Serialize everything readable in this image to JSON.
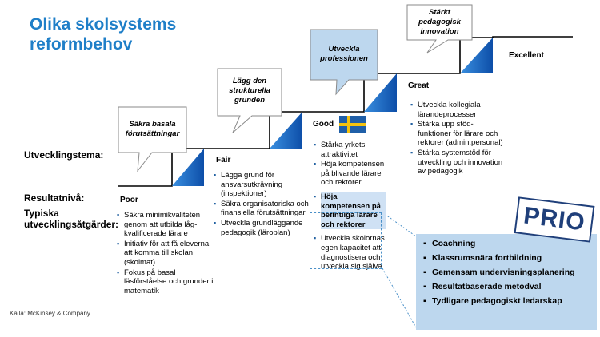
{
  "title": [
    "Olika skolsystems",
    "reformbehov"
  ],
  "row_labels": {
    "theme": "Utvecklingstema:",
    "result": "Resultatnivå:",
    "actions": [
      "Typiska",
      "utvecklingsåtgärder:"
    ]
  },
  "levels": {
    "poor": {
      "name": "Poor",
      "bubble": [
        "Säkra basala",
        "förutsättningar"
      ],
      "actions": [
        "Säkra minimikvaliteten genom att utbilda låg-kvalificerade lärare",
        "Initiativ för att få eleverna att komma till skolan (skolmat)",
        "Fokus på basal läsförståelse och grunder i matematik"
      ]
    },
    "fair": {
      "name": "Fair",
      "bubble": [
        "Lägg den",
        "strukturella",
        "grunden"
      ],
      "actions": [
        "Lägga grund för ansvarsutkrävning (inspektioner)",
        "Säkra organisatoriska och finansiella förutsättningar",
        "Utveckla grundläggande pedagogik (läroplan)"
      ]
    },
    "good": {
      "name": "Good",
      "bubble": [
        "Utveckla",
        "professionen"
      ],
      "actions": [
        "Stärka yrkets attraktivitet",
        "Höja kompetensen på blivande lärare och rektorer",
        "Höja kompetensen på befintliga lärare och rektorer",
        "Utveckla skolornas egen kapacitet att diagnostisera och utveckla sig själva"
      ]
    },
    "great": {
      "name": "Great",
      "bubble": [
        "Stärkt",
        "pedagogisk",
        "innovation"
      ],
      "actions": [
        "Utveckla kollegiala lärandeprocesser",
        "Stärka upp stöd-funktioner för lärare och rektorer (admin.personal)",
        "Stärka systemstöd för utveckling och innovation av pedagogik"
      ]
    },
    "excellent": {
      "name": "Excellent"
    }
  },
  "prio": {
    "stamp": "PRIO",
    "items": [
      "Coachning",
      "Klassrumsnära fortbildning",
      "Gemensam undervisningsplanering",
      "Resultatbaserade metodval",
      "Tydligare pedagogiskt ledarskap"
    ]
  },
  "source": "Källa: McKinsey & Company",
  "colors": {
    "title": "#1f7fc8",
    "step": "#1565c0",
    "bubble_blue": "#bdd7ee",
    "prio_box": "#bdd7ee"
  },
  "icons": [
    "sweden-flag-icon"
  ]
}
